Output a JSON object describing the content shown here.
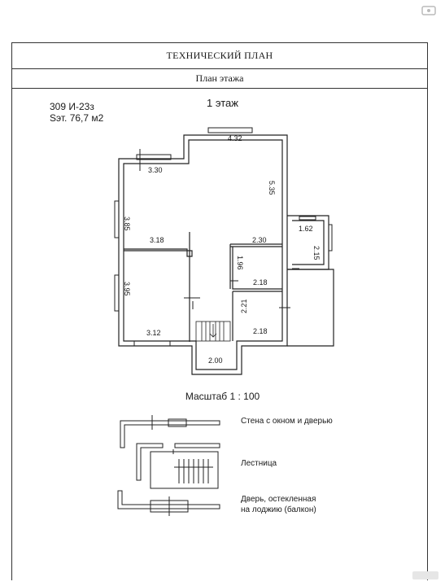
{
  "header": {
    "title": "ТЕХНИЧЕСКИЙ ПЛАН",
    "subtitle": "План этажа"
  },
  "meta": {
    "code": "309  И-23з",
    "area": "Sэт. 76,7 м2"
  },
  "floor_title": "1 этаж",
  "dimensions": {
    "d432": "4.32",
    "d330": "3.30",
    "d535": "5.35",
    "d385": "3.85",
    "d318": "3.18",
    "d230": "2.30",
    "d162": "1.62",
    "d215": "2.15",
    "d196": "1.96",
    "d218a": "2.18",
    "d395": "3.95",
    "d221": "2.21",
    "d218b": "2.18",
    "d312": "3.12",
    "d200": "2.00"
  },
  "scale": "Масштаб 1 : 100",
  "legend": {
    "wall": "Стена с окном и дверью",
    "stairs": "Лестница",
    "balcony_line1": "Дверь, остекленная",
    "balcony_line2": "на лоджию (балкон)"
  }
}
